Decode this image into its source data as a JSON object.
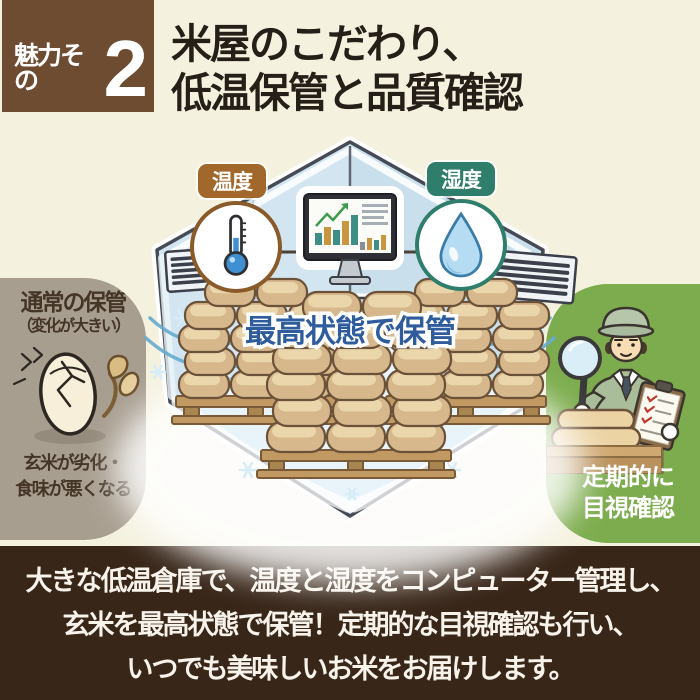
{
  "colors": {
    "cream": "#f4f1df",
    "badge_brown": "#6e4c31",
    "ink": "#261f17",
    "taupe": "#a89e90",
    "taupe_ink": "#443526",
    "green": "#7dac4e",
    "footer_bg": "#382619",
    "footer_ink": "#f7f2ea",
    "temp_brown": "#a2672a",
    "teal": "#2f7d6b",
    "caption_blue": "#2e5c9c"
  },
  "header": {
    "badge_prefix": "魅力その",
    "badge_number": "2",
    "title_line1": "米屋のこだわり、",
    "title_line2": "低温保管と品質確認"
  },
  "warehouse": {
    "temp_label": "温度",
    "humidity_label": "湿度",
    "center_caption": "最高状態で保管"
  },
  "left_panel": {
    "heading": "通常の保管",
    "subheading": "（変化が大きい）",
    "caption_line1": "玄米が劣化・",
    "caption_line2": "食味が悪くなる"
  },
  "right_panel": {
    "caption_line1": "定期的に",
    "caption_line2": "目視確認"
  },
  "footer": {
    "line1": "大きな低温倉庫で、温度と湿度をコンピューター管理し、",
    "line2": "玄米を最高状態で保管！定期的な目視確認も行い、",
    "line3": "いつでも美味しいお米をお届けします。"
  }
}
